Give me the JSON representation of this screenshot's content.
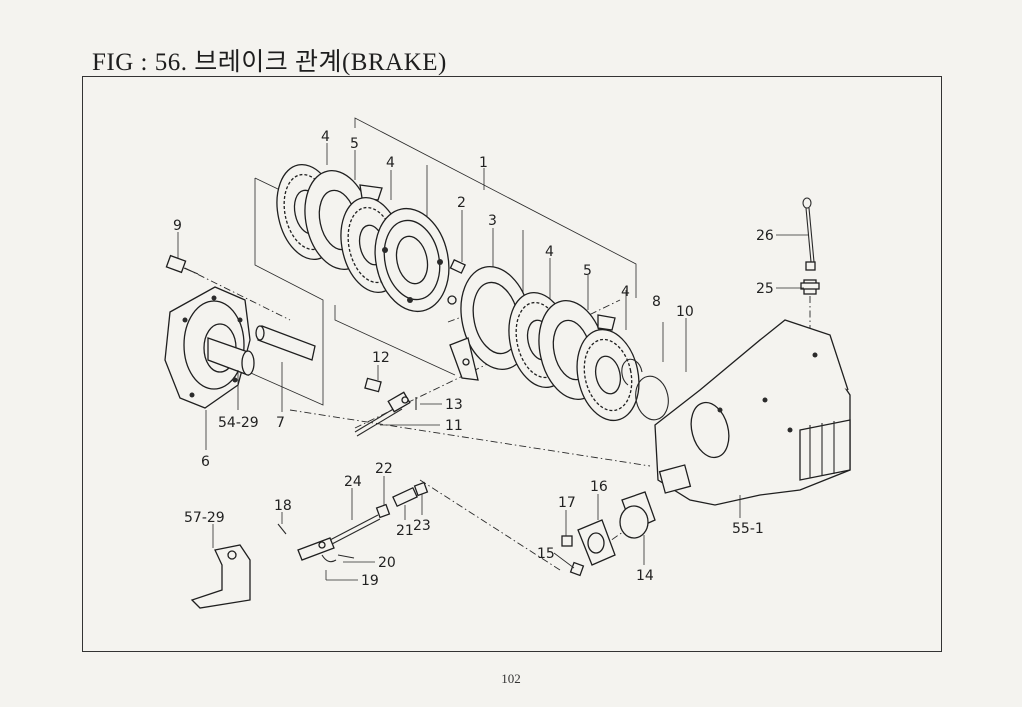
{
  "figure": {
    "title": "FIG : 56. 브레이크 관계(BRAKE)",
    "page_number": "102"
  },
  "callouts": [
    {
      "id": "c1",
      "label": "1"
    },
    {
      "id": "c2",
      "label": "2"
    },
    {
      "id": "c3",
      "label": "3"
    },
    {
      "id": "c4a",
      "label": "4"
    },
    {
      "id": "c4b",
      "label": "4"
    },
    {
      "id": "c4c",
      "label": "4"
    },
    {
      "id": "c4d",
      "label": "4"
    },
    {
      "id": "c5a",
      "label": "5"
    },
    {
      "id": "c5b",
      "label": "5"
    },
    {
      "id": "c6",
      "label": "6"
    },
    {
      "id": "c7",
      "label": "7"
    },
    {
      "id": "c8",
      "label": "8"
    },
    {
      "id": "c9",
      "label": "9"
    },
    {
      "id": "c10",
      "label": "10"
    },
    {
      "id": "c11",
      "label": "11"
    },
    {
      "id": "c12",
      "label": "12"
    },
    {
      "id": "c13",
      "label": "13"
    },
    {
      "id": "c14",
      "label": "14"
    },
    {
      "id": "c15",
      "label": "15"
    },
    {
      "id": "c16",
      "label": "16"
    },
    {
      "id": "c17",
      "label": "17"
    },
    {
      "id": "c18",
      "label": "18"
    },
    {
      "id": "c19",
      "label": "19"
    },
    {
      "id": "c20",
      "label": "20"
    },
    {
      "id": "c21",
      "label": "21"
    },
    {
      "id": "c22",
      "label": "22"
    },
    {
      "id": "c23",
      "label": "23"
    },
    {
      "id": "c24",
      "label": "24"
    },
    {
      "id": "c25",
      "label": "25"
    },
    {
      "id": "c26",
      "label": "26"
    },
    {
      "id": "c54",
      "label": "54-29"
    },
    {
      "id": "c55",
      "label": "55-1"
    },
    {
      "id": "c57",
      "label": "57-29"
    }
  ]
}
